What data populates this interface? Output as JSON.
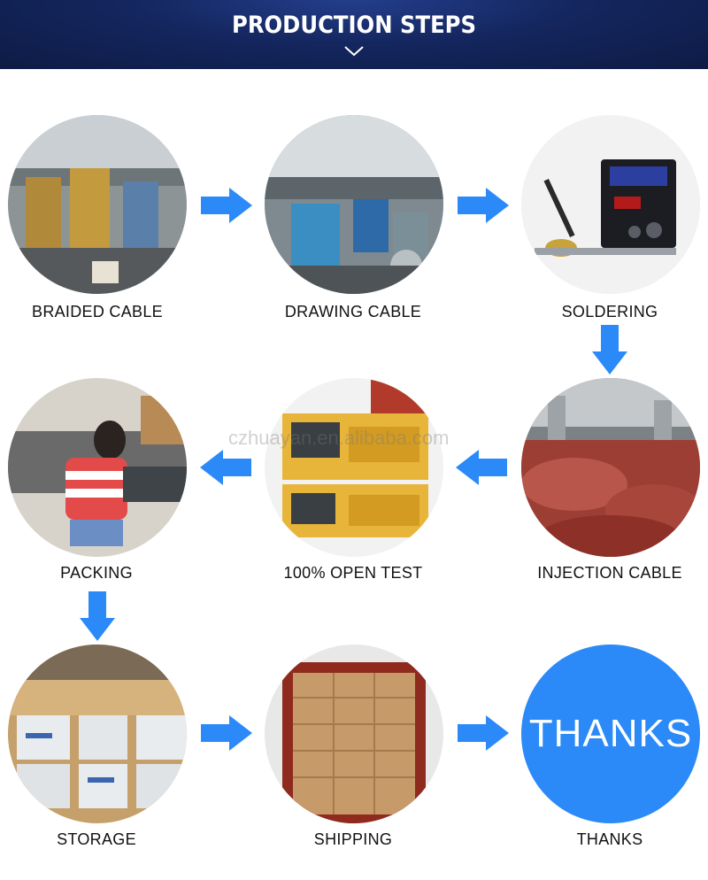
{
  "header": {
    "title": "PRODUCTION STEPS"
  },
  "watermark": "czhuayan.en.alibaba.com",
  "steps": [
    {
      "label": "BRAIDED CABLE"
    },
    {
      "label": "DRAWING CABLE"
    },
    {
      "label": "SOLDERING"
    },
    {
      "label": "PACKING"
    },
    {
      "label": "100% OPEN TEST"
    },
    {
      "label": "INJECTION CABLE"
    },
    {
      "label": "STORAGE"
    },
    {
      "label": "SHIPPING"
    },
    {
      "label": "THANKS",
      "circle_text": "THANKS"
    }
  ],
  "colors": {
    "header": "#14265e",
    "arrow": "#2b8af7",
    "thanks_circle": "#2b8af7"
  }
}
